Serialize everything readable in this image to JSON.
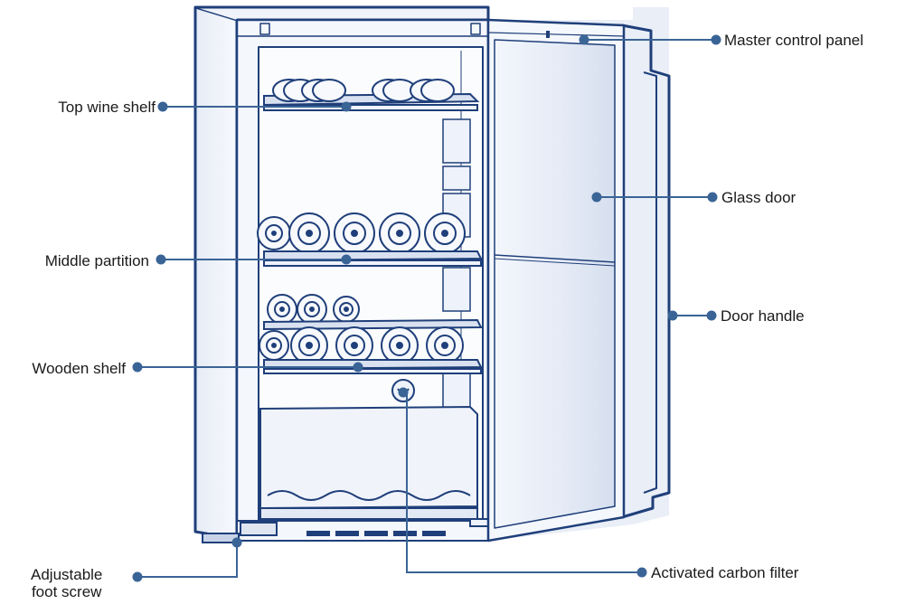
{
  "labels": {
    "master_control_panel": "Master control panel",
    "top_wine_shelf": "Top wine shelf",
    "glass_door": "Glass door",
    "middle_partition": "Middle partition",
    "door_handle": "Door handle",
    "wooden_shelf": "Wooden shelf",
    "adjustable_foot_screw_line1": "Adjustable",
    "adjustable_foot_screw_line2": "foot screw",
    "activated_carbon_filter": "Activated carbon filter"
  },
  "colors": {
    "outline": "#1f3f7a",
    "leader": "#3a6496",
    "fill_light": "#eef2fa",
    "door_glass": "#dfe6f3"
  }
}
